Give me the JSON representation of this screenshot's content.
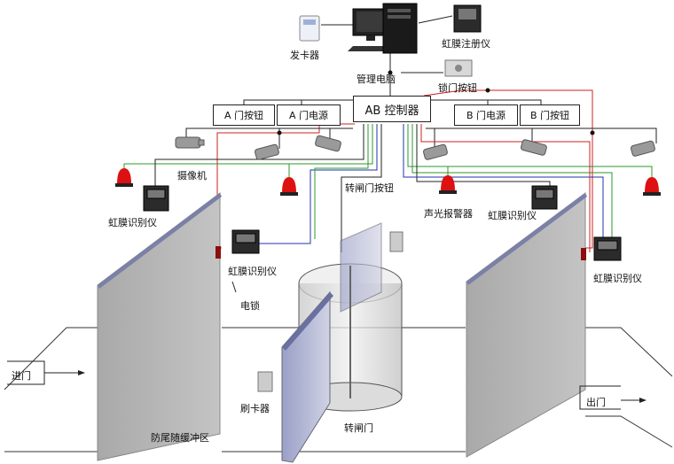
{
  "labels": {
    "card_issuer": "发卡器",
    "mgmt_pc": "管理电脑",
    "iris_register": "虹膜注册仪",
    "lock_button": "锁门按钮",
    "controller": "AB 控制器",
    "a_door_button": "A 门按钮",
    "a_door_power": "A 门电源",
    "b_door_power": "B 门电源",
    "b_door_button": "B 门按钮",
    "camera": "摄像机",
    "iris_reader_left": "虹膜识别仪",
    "iris_reader_center": "虹膜识别仪",
    "iris_reader_right_mid": "虹膜识别仪",
    "iris_reader_right": "虹膜识别仪",
    "turnstile_button": "转闸门按钮",
    "sound_light_alarm": "声光报警器",
    "electric_lock": "电锁",
    "entrance": "进门",
    "exit": "出门",
    "card_reader": "刷卡器",
    "turnstile": "转闸门",
    "anti_tailgate_zone": "防尾随缓冲区"
  },
  "colors": {
    "wire_black": "#222222",
    "wire_red": "#cc2222",
    "wire_green": "#2a9a2a",
    "wire_blue": "#2233aa",
    "wall": "#b4b4b4",
    "wall_edge": "#7a80a8",
    "alarm_red": "#dd1111"
  }
}
